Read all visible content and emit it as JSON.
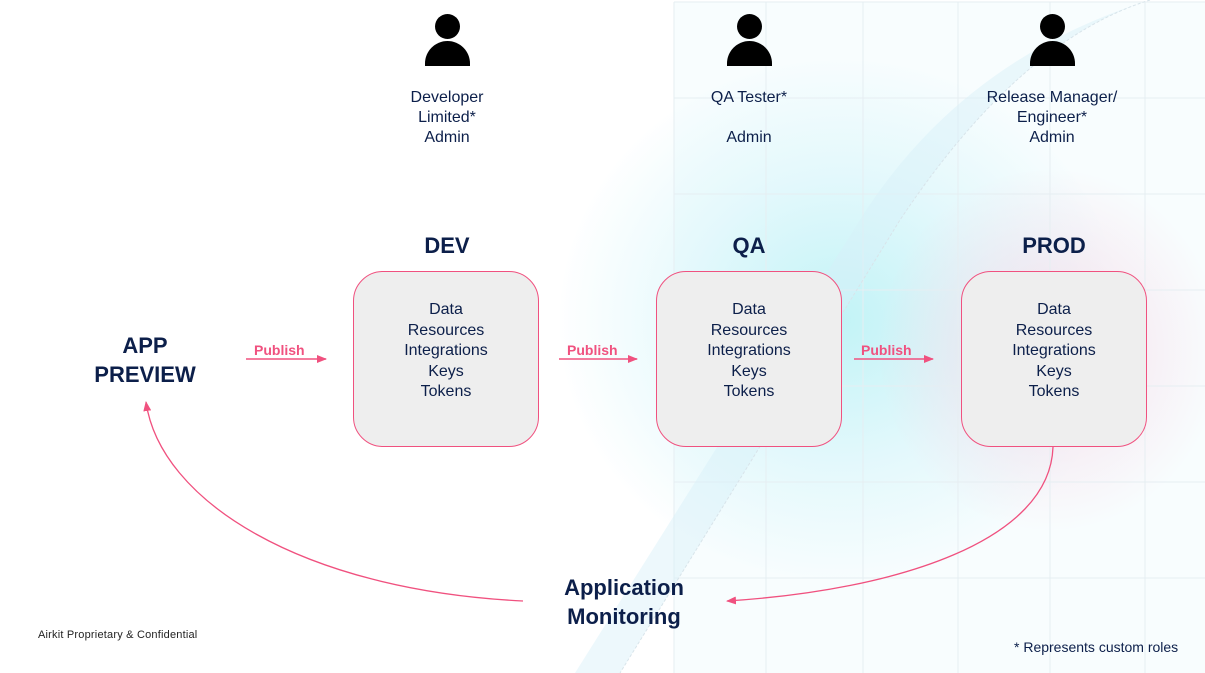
{
  "colors": {
    "accent": "#f0517f",
    "text": "#0c1f4a",
    "box_fill": "#eeeeee",
    "icon": "#000000"
  },
  "personas": [
    {
      "icon": "person-icon",
      "role": "Developer\nLimited*",
      "level": "Admin"
    },
    {
      "icon": "person-icon",
      "role": "QA Tester*",
      "level": "Admin"
    },
    {
      "icon": "person-icon",
      "role": "Release Manager/\nEngineer*",
      "level": "Admin"
    }
  ],
  "environments": [
    {
      "title": "DEV",
      "items": [
        "Data",
        "Resources",
        "Integrations",
        "Keys",
        "Tokens"
      ]
    },
    {
      "title": "QA",
      "items": [
        "Data",
        "Resources",
        "Integrations",
        "Keys",
        "Tokens"
      ]
    },
    {
      "title": "PROD",
      "items": [
        "Data",
        "Resources",
        "Integrations",
        "Keys",
        "Tokens"
      ]
    }
  ],
  "app_preview": {
    "line1": "APP",
    "line2": "PREVIEW"
  },
  "publish_arrows": [
    "Publish",
    "Publish",
    "Publish"
  ],
  "monitoring": {
    "line1": "Application",
    "line2": "Monitoring"
  },
  "footer": {
    "confidential": "Airkit Proprietary & Confidential",
    "note": "* Represents custom roles"
  }
}
